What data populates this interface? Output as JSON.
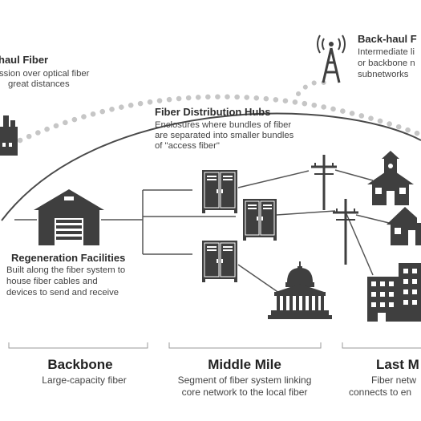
{
  "longhaul": {
    "title": "haul Fiber",
    "lines": [
      "ssion over optical fiber",
      "great distances"
    ]
  },
  "backhaul": {
    "title": "Back-haul F",
    "lines": [
      "Intermediate li",
      "or backbone n",
      "subnetworks"
    ]
  },
  "hubs": {
    "title": "Fiber Distribution Hubs",
    "lines": [
      "Enclosures where bundles of fiber",
      "are separated into smaller bundles",
      "of \"access fiber\""
    ]
  },
  "regen": {
    "title": "Regeneration Facilities",
    "lines": [
      "Built along the fiber system to",
      "house fiber cables and",
      "devices to send and receive"
    ]
  },
  "sections": [
    {
      "title": "Backbone",
      "lines": [
        "Large-capacity fiber"
      ]
    },
    {
      "title": "Middle Mile",
      "lines": [
        "Segment of fiber system linking",
        "core network to the local fiber"
      ]
    },
    {
      "title": "Last M",
      "lines": [
        "Fiber netw",
        "connects to en"
      ]
    }
  ],
  "colors": {
    "ink": "#3a3a3a",
    "dots": "#c8c8c8",
    "arc": "#4a4a4a"
  }
}
